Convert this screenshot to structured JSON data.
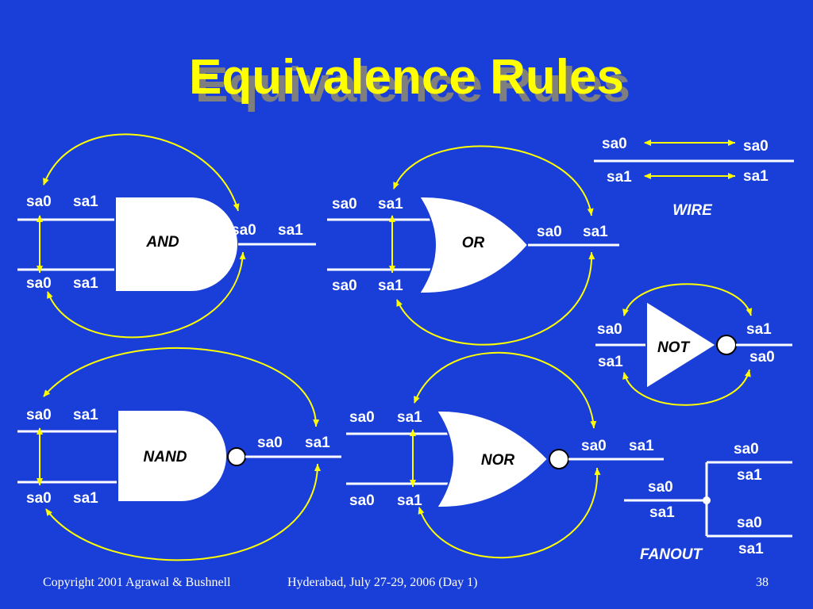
{
  "title": "Equivalence Rules",
  "fault_labels": {
    "sa0": "sa0",
    "sa1": "sa1"
  },
  "gates": {
    "and": "AND",
    "or": "OR",
    "nand": "NAND",
    "nor": "NOR",
    "not": "NOT"
  },
  "captions": {
    "wire": "WIRE",
    "fanout": "FANOUT"
  },
  "footer": {
    "copyright": "Copyright 2001 Agrawal & Bushnell",
    "venue": "Hyderabad, July 27-29, 2006 (Day 1)",
    "page": "38"
  },
  "colors": {
    "background": "#1a3fd8",
    "title": "#ffff00",
    "arrow": "#ffff00",
    "wire": "#ffffff"
  }
}
